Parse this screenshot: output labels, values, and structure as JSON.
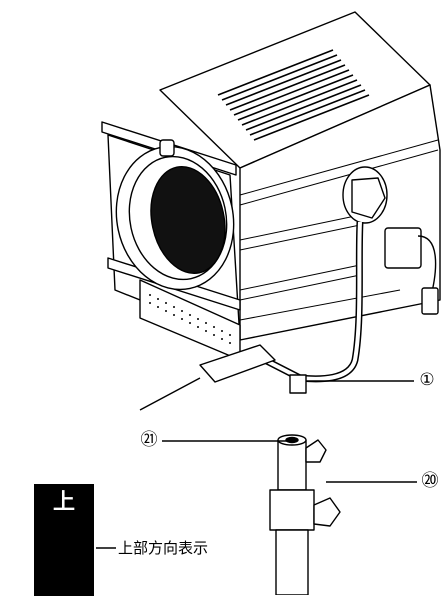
{
  "callouts": {
    "c1": "①",
    "c21": "㉑",
    "c20": "⑳"
  },
  "up_indicator": {
    "char": "上",
    "label": "上部方向表示"
  },
  "colors": {
    "ink": "#000000",
    "paper": "#ffffff",
    "shade": "#e8e8e8"
  }
}
